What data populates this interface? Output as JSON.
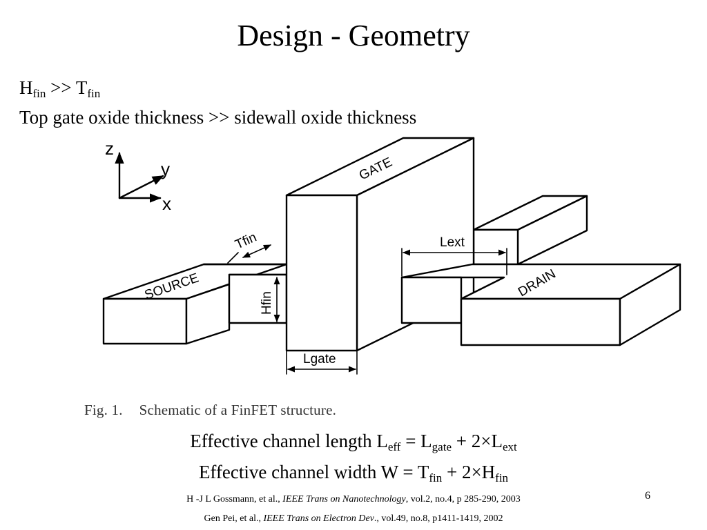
{
  "slide": {
    "title": "Design - Geometry",
    "page_number": "6"
  },
  "bullets": {
    "line1": {
      "h": "H",
      "h_sub": "fin",
      "op": " >> T",
      "t_sub": "fin"
    },
    "line2": "Top gate oxide thickness >> sidewall oxide thickness"
  },
  "figure": {
    "axis_z": "z",
    "axis_y": "y",
    "axis_x": "x",
    "gate_label": "GATE",
    "source_label": "SOURCE",
    "drain_label": "DRAIN",
    "tfin_label": "Tfin",
    "hfin_label": "Hfin",
    "lgate_label": "Lgate",
    "lext_label": "Lext",
    "caption_num": "Fig. 1.",
    "caption_text": "Schematic of a FinFET structure."
  },
  "equations": {
    "leff": {
      "prefix": "Effective channel length L",
      "sub1": "eff",
      "mid1": " = L",
      "sub2": "gate",
      "mid2": " + 2×L",
      "sub3": "ext"
    },
    "weff": {
      "prefix": "Effective channel width W = T",
      "sub1": "fin",
      "mid1": " + 2×H",
      "sub2": "fin"
    }
  },
  "references": {
    "ref1": {
      "authors": "H -J L Gossmann, et al., ",
      "journal": "IEEE Trans on Nanotechnology",
      "details": ", vol.2, no.4, p 285-290, 2003"
    },
    "ref2": {
      "authors": "Gen Pei, et al., ",
      "journal": "IEEE Trans on Electron Dev",
      "details": "., vol.49, no.8, p1411-1419, 2002"
    }
  }
}
